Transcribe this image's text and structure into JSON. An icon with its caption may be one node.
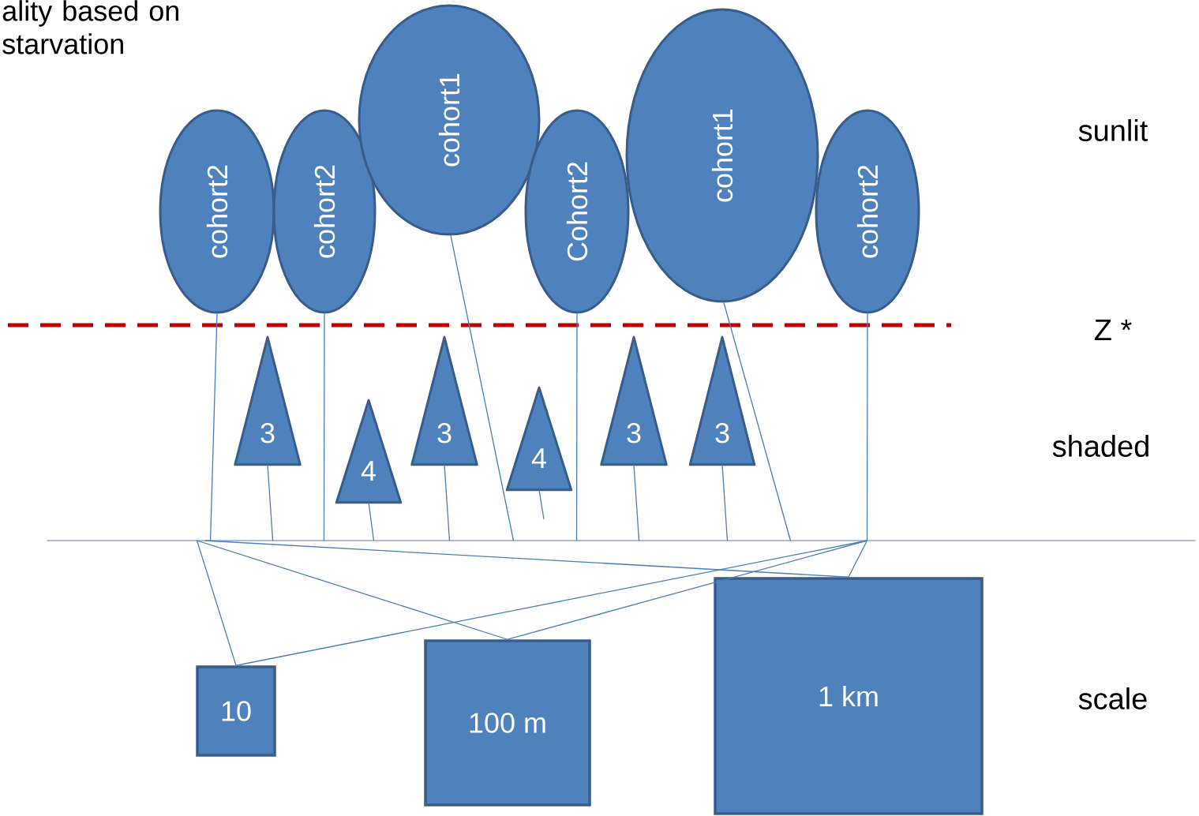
{
  "diagram": {
    "nodes": [
      {
        "text": [
          "cohort2"
        ]
      },
      {
        "text": [
          "cohort2"
        ]
      },
      {
        "text": [
          "cohort1"
        ]
      },
      {
        "text": [
          "Cohort2"
        ]
      },
      {
        "text": [
          "cohort1"
        ]
      },
      {
        "text": [
          "cohort2"
        ]
      },
      {
        "text": [
          "3"
        ]
      },
      {
        "text": [
          "4"
        ]
      },
      {
        "text": [
          "3"
        ]
      },
      {
        "text": [
          "4"
        ]
      },
      {
        "text": [
          "3"
        ]
      },
      {
        "text": [
          "3"
        ]
      },
      {
        "text": [],
        "shape": "line"
      },
      {
        "text": [
          "10"
        ]
      },
      {
        "text": [
          "100 m"
        ]
      },
      {
        "text": [
          "1 km"
        ]
      }
    ],
    "edges": [
      {
        "from": 0,
        "to": 12,
        "arrow": "none"
      },
      {
        "from": 1,
        "to": 12,
        "arrow": "none"
      },
      {
        "from": 2,
        "to": 12,
        "arrow": "none"
      },
      {
        "from": 3,
        "to": 12,
        "arrow": "none"
      },
      {
        "from": 4,
        "to": 12,
        "arrow": "none"
      },
      {
        "from": 5,
        "to": 12,
        "arrow": "none"
      },
      {
        "from": 6,
        "to": 12,
        "arrow": "none"
      },
      {
        "from": 7,
        "to": 12,
        "arrow": "none"
      },
      {
        "from": 8,
        "to": 12,
        "arrow": "none"
      },
      {
        "from": 9,
        "to": null,
        "arrow": "none"
      },
      {
        "from": 10,
        "to": 12,
        "arrow": "none"
      },
      {
        "from": 11,
        "to": 12,
        "arrow": "none"
      },
      {
        "from": 13,
        "to": 12,
        "arrow": "none"
      },
      {
        "from": 13,
        "to": 12,
        "arrow": "none"
      },
      {
        "from": 14,
        "to": 12,
        "arrow": "none"
      },
      {
        "from": 14,
        "to": 12,
        "arrow": "none"
      },
      {
        "from": 15,
        "to": 12,
        "arrow": "none"
      },
      {
        "from": 15,
        "to": 12,
        "arrow": "none"
      }
    ],
    "labels": [
      "ality based on starvation",
      "sunlit",
      "Z *",
      "shaded",
      "scale"
    ]
  }
}
